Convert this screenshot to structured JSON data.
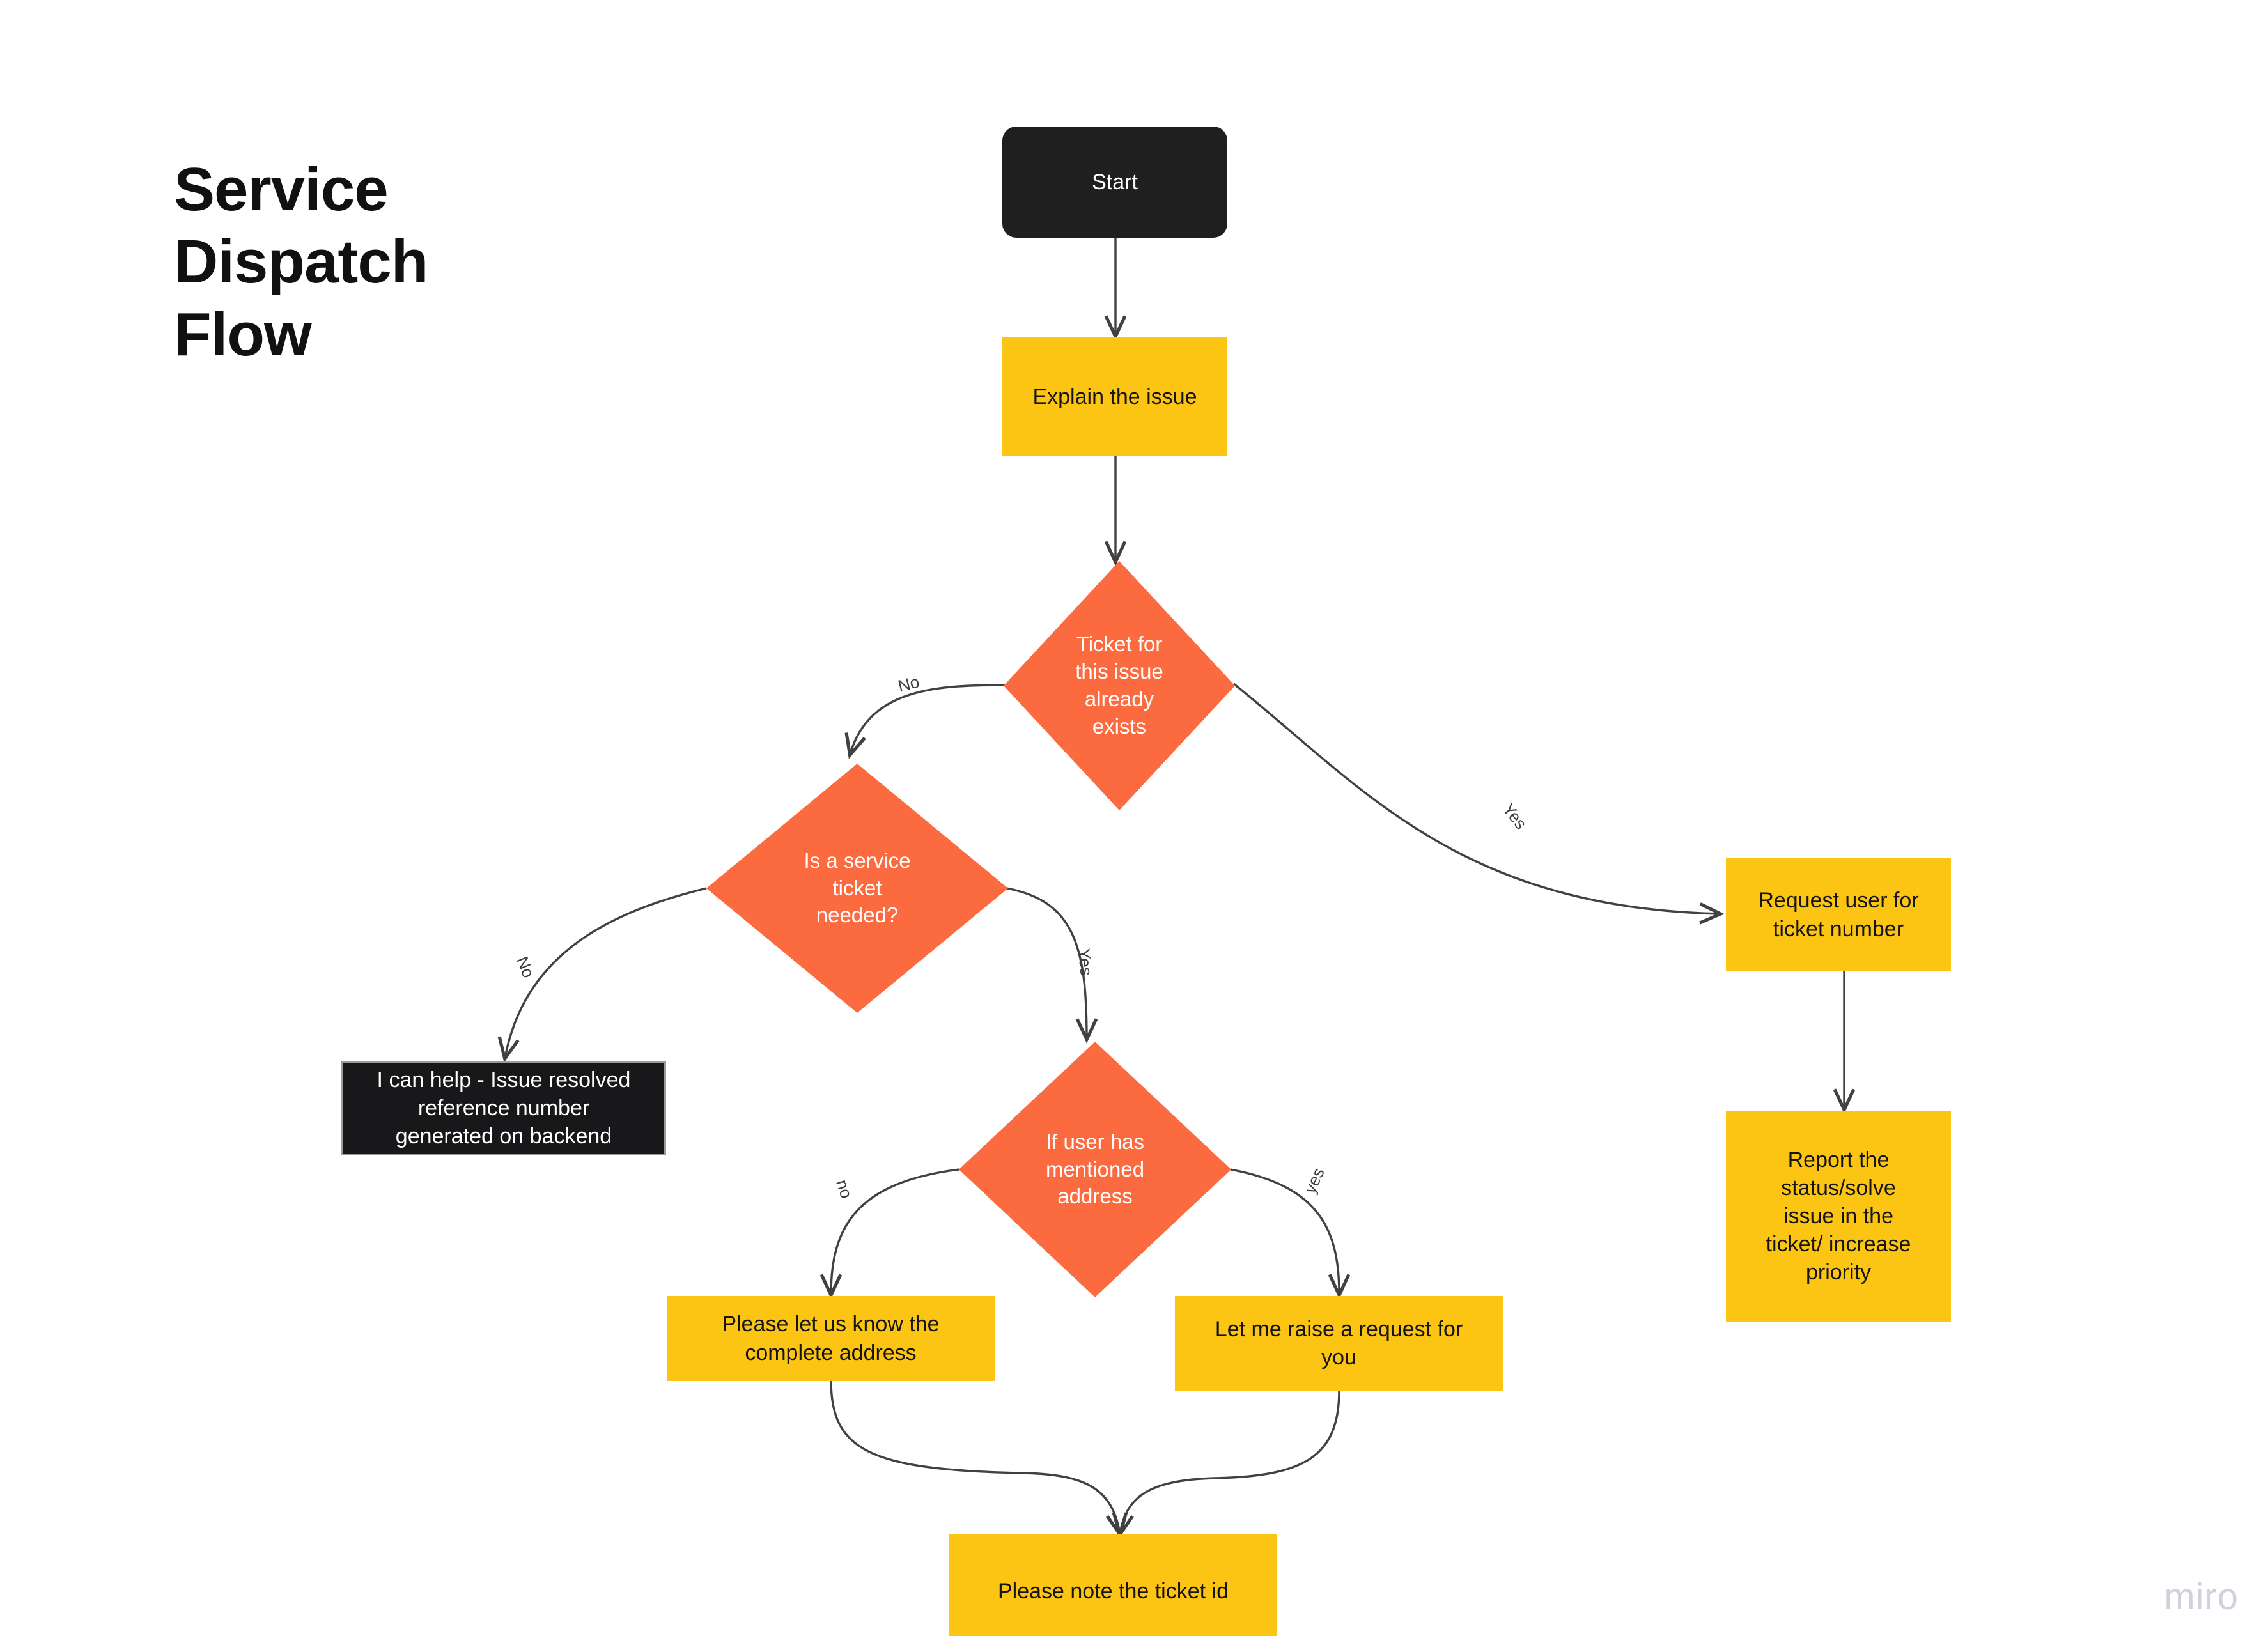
{
  "board": {
    "title": "Service\nDispatch\nFlow",
    "watermark": "miro",
    "colors": {
      "background": "#ffffff",
      "process_fill": "#FCC413",
      "decision_fill": "#FB6B3F",
      "terminal_fill": "#1f1f1f",
      "dark_note_fill": "#18181a",
      "edge_stroke": "#414141",
      "watermark_color": "#cfd2dd"
    }
  },
  "nodes": {
    "start": {
      "label": "Start",
      "shape": "rounded-rectangle",
      "fill": "#1f1f1f"
    },
    "explain_issue": {
      "label": "Explain the issue",
      "shape": "rectangle",
      "fill": "#FCC413"
    },
    "ticket_exists": {
      "label": "Ticket for\nthis issue\nalready\nexists",
      "shape": "diamond",
      "fill": "#FB6B3F"
    },
    "service_ticket_needed": {
      "label": "Is a service\nticket\nneeded?",
      "shape": "diamond",
      "fill": "#FB6B3F"
    },
    "i_can_help": {
      "label": "I can help - Issue resolved\nreference number\ngenerated on backend",
      "shape": "rectangle",
      "fill": "#18181a"
    },
    "address_mentioned": {
      "label": "If user has\nmentioned\naddress",
      "shape": "diamond",
      "fill": "#FB6B3F"
    },
    "complete_address": {
      "label": "Please let us know the\ncomplete address",
      "shape": "rectangle",
      "fill": "#FCC413"
    },
    "raise_request": {
      "label": "Let me raise a request for\nyou",
      "shape": "rectangle",
      "fill": "#FCC413"
    },
    "note_ticket_id": {
      "label": "Please note the ticket id",
      "shape": "rectangle",
      "fill": "#FCC413"
    },
    "request_ticket_number": {
      "label": "Request user for\nticket number",
      "shape": "rectangle",
      "fill": "#FCC413"
    },
    "report_status": {
      "label": "Report the\nstatus/solve\nissue in the\nticket/ increase\npriority",
      "shape": "rectangle",
      "fill": "#FCC413"
    }
  },
  "edges": [
    {
      "id": "e-start-explain",
      "from": "start",
      "to": "explain_issue",
      "label": ""
    },
    {
      "id": "e-explain-ticketexists",
      "from": "explain_issue",
      "to": "ticket_exists",
      "label": ""
    },
    {
      "id": "e-ticketexists-no",
      "from": "ticket_exists",
      "to": "service_ticket_needed",
      "label": "No"
    },
    {
      "id": "e-ticketexists-yes",
      "from": "ticket_exists",
      "to": "request_ticket_number",
      "label": "Yes"
    },
    {
      "id": "e-servicetkt-no",
      "from": "service_ticket_needed",
      "to": "i_can_help",
      "label": "No"
    },
    {
      "id": "e-servicetkt-yes",
      "from": "service_ticket_needed",
      "to": "address_mentioned",
      "label": "Yes"
    },
    {
      "id": "e-address-no",
      "from": "address_mentioned",
      "to": "complete_address",
      "label": "no"
    },
    {
      "id": "e-address-yes",
      "from": "address_mentioned",
      "to": "raise_request",
      "label": "yes"
    },
    {
      "id": "e-completeaddr-note",
      "from": "complete_address",
      "to": "note_ticket_id",
      "label": ""
    },
    {
      "id": "e-raiserequest-note",
      "from": "raise_request",
      "to": "note_ticket_id",
      "label": ""
    },
    {
      "id": "e-requesttkt-report",
      "from": "request_ticket_number",
      "to": "report_status",
      "label": ""
    }
  ]
}
